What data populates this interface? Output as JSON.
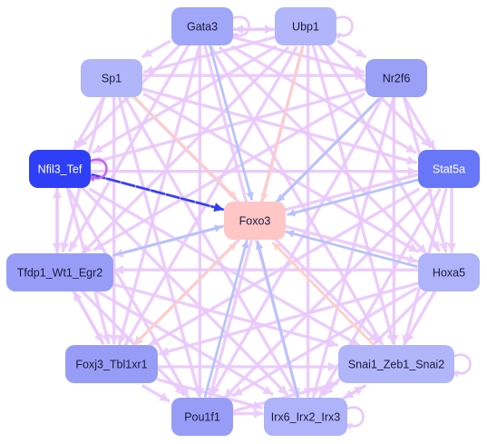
{
  "diagram": {
    "center": "Foxo3",
    "nodes": [
      {
        "id": "Gata3",
        "label": "Gata3",
        "fill": "#a0a6f8",
        "text_color": "#1b1b3a"
      },
      {
        "id": "Ubp1",
        "label": "Ubp1",
        "fill": "#b1b6fa",
        "text_color": "#1b1b3a"
      },
      {
        "id": "Sp1",
        "label": "Sp1",
        "fill": "#b1b6fa",
        "text_color": "#1b1b3a"
      },
      {
        "id": "Nr2f6",
        "label": "Nr2f6",
        "fill": "#9aa0f6",
        "text_color": "#1b1b3a"
      },
      {
        "id": "Nfil3_Tef",
        "label": "Nfil3_Tef",
        "fill": "#2f3ff7",
        "text_color": "#ffffff"
      },
      {
        "id": "Stat5a",
        "label": "Stat5a",
        "fill": "#6877f8",
        "text_color": "#ffffff"
      },
      {
        "id": "Foxo3",
        "label": "Foxo3",
        "fill": "#ffc6c6",
        "text_color": "#1b1b3a"
      },
      {
        "id": "Tfdp1_Wt1_Egr2",
        "label": "Tfdp1_Wt1_Egr2",
        "fill": "#979df6",
        "text_color": "#1b1b3a"
      },
      {
        "id": "Hoxa5",
        "label": "Hoxa5",
        "fill": "#aeb3fa",
        "text_color": "#1b1b3a"
      },
      {
        "id": "Foxj3_Tbl1xr1",
        "label": "Foxj3_Tbl1xr1",
        "fill": "#979df6",
        "text_color": "#1b1b3a"
      },
      {
        "id": "Snai1_Zeb1_Snai2",
        "label": "Snai1_Zeb1_Snai2",
        "fill": "#b1b6fa",
        "text_color": "#1b1b3a"
      },
      {
        "id": "Pou1f1",
        "label": "Pou1f1",
        "fill": "#979df6",
        "text_color": "#1b1b3a"
      },
      {
        "id": "Irx6_Irx2_Irx3",
        "label": "Irx6_Irx2_Irx3",
        "fill": "#aeb3fa",
        "text_color": "#1b1b3a"
      }
    ],
    "edge_colors": {
      "regulatory": "#e9c8fb",
      "positive": "#b7c3fb",
      "negative": "#fdcfc7",
      "strong": "#2f3ff7",
      "self_loop": "#c466f0"
    },
    "edges": [
      {
        "from": "Nfil3_Tef",
        "to": "Foxo3",
        "kind": "strong"
      },
      {
        "from": "Stat5a",
        "to": "Foxo3",
        "kind": "positive"
      },
      {
        "from": "Hoxa5",
        "to": "Foxo3",
        "kind": "positive"
      },
      {
        "from": "Nr2f6",
        "to": "Foxo3",
        "kind": "positive"
      },
      {
        "from": "Gata3",
        "to": "Foxo3",
        "kind": "positive"
      },
      {
        "from": "Ubp1",
        "to": "Foxo3",
        "kind": "negative"
      },
      {
        "from": "Sp1",
        "to": "Foxo3",
        "kind": "negative"
      },
      {
        "from": "Tfdp1_Wt1_Egr2",
        "to": "Foxo3",
        "kind": "positive"
      },
      {
        "from": "Foxj3_Tbl1xr1",
        "to": "Foxo3",
        "kind": "negative"
      },
      {
        "from": "Pou1f1",
        "to": "Foxo3",
        "kind": "positive"
      },
      {
        "from": "Irx6_Irx2_Irx3",
        "to": "Foxo3",
        "kind": "positive"
      },
      {
        "from": "Snai1_Zeb1_Snai2",
        "to": "Foxo3",
        "kind": "negative"
      },
      {
        "from": "Gata3",
        "to": "Ubp1",
        "kind": "regulatory"
      },
      {
        "from": "Ubp1",
        "to": "Gata3",
        "kind": "regulatory"
      },
      {
        "from": "Gata3",
        "to": "Sp1",
        "kind": "regulatory"
      },
      {
        "from": "Gata3",
        "to": "Nr2f6",
        "kind": "regulatory"
      },
      {
        "from": "Gata3",
        "to": "Stat5a",
        "kind": "regulatory"
      },
      {
        "from": "Gata3",
        "to": "Hoxa5",
        "kind": "regulatory"
      },
      {
        "from": "Gata3",
        "to": "Snai1_Zeb1_Snai2",
        "kind": "regulatory"
      },
      {
        "from": "Gata3",
        "to": "Irx6_Irx2_Irx3",
        "kind": "regulatory"
      },
      {
        "from": "Gata3",
        "to": "Pou1f1",
        "kind": "regulatory"
      },
      {
        "from": "Gata3",
        "to": "Foxj3_Tbl1xr1",
        "kind": "regulatory"
      },
      {
        "from": "Gata3",
        "to": "Tfdp1_Wt1_Egr2",
        "kind": "regulatory"
      },
      {
        "from": "Gata3",
        "to": "Nfil3_Tef",
        "kind": "regulatory"
      },
      {
        "from": "Ubp1",
        "to": "Sp1",
        "kind": "regulatory"
      },
      {
        "from": "Ubp1",
        "to": "Nr2f6",
        "kind": "regulatory"
      },
      {
        "from": "Ubp1",
        "to": "Stat5a",
        "kind": "regulatory"
      },
      {
        "from": "Ubp1",
        "to": "Hoxa5",
        "kind": "regulatory"
      },
      {
        "from": "Ubp1",
        "to": "Snai1_Zeb1_Snai2",
        "kind": "regulatory"
      },
      {
        "from": "Ubp1",
        "to": "Irx6_Irx2_Irx3",
        "kind": "regulatory"
      },
      {
        "from": "Ubp1",
        "to": "Pou1f1",
        "kind": "regulatory"
      },
      {
        "from": "Ubp1",
        "to": "Foxj3_Tbl1xr1",
        "kind": "regulatory"
      },
      {
        "from": "Ubp1",
        "to": "Tfdp1_Wt1_Egr2",
        "kind": "regulatory"
      },
      {
        "from": "Ubp1",
        "to": "Nfil3_Tef",
        "kind": "regulatory"
      },
      {
        "from": "Sp1",
        "to": "Nr2f6",
        "kind": "regulatory"
      },
      {
        "from": "Sp1",
        "to": "Stat5a",
        "kind": "regulatory"
      },
      {
        "from": "Sp1",
        "to": "Hoxa5",
        "kind": "regulatory"
      },
      {
        "from": "Sp1",
        "to": "Snai1_Zeb1_Snai2",
        "kind": "regulatory"
      },
      {
        "from": "Sp1",
        "to": "Irx6_Irx2_Irx3",
        "kind": "regulatory"
      },
      {
        "from": "Sp1",
        "to": "Pou1f1",
        "kind": "regulatory"
      },
      {
        "from": "Sp1",
        "to": "Foxj3_Tbl1xr1",
        "kind": "regulatory"
      },
      {
        "from": "Sp1",
        "to": "Tfdp1_Wt1_Egr2",
        "kind": "regulatory"
      },
      {
        "from": "Sp1",
        "to": "Nfil3_Tef",
        "kind": "regulatory"
      },
      {
        "from": "Nr2f6",
        "to": "Stat5a",
        "kind": "regulatory"
      },
      {
        "from": "Nr2f6",
        "to": "Hoxa5",
        "kind": "regulatory"
      },
      {
        "from": "Nr2f6",
        "to": "Snai1_Zeb1_Snai2",
        "kind": "regulatory"
      },
      {
        "from": "Nr2f6",
        "to": "Irx6_Irx2_Irx3",
        "kind": "regulatory"
      },
      {
        "from": "Nr2f6",
        "to": "Pou1f1",
        "kind": "regulatory"
      },
      {
        "from": "Nr2f6",
        "to": "Foxj3_Tbl1xr1",
        "kind": "regulatory"
      },
      {
        "from": "Nr2f6",
        "to": "Tfdp1_Wt1_Egr2",
        "kind": "regulatory"
      },
      {
        "from": "Nr2f6",
        "to": "Nfil3_Tef",
        "kind": "regulatory"
      },
      {
        "from": "Nfil3_Tef",
        "to": "Stat5a",
        "kind": "regulatory"
      },
      {
        "from": "Nfil3_Tef",
        "to": "Hoxa5",
        "kind": "regulatory"
      },
      {
        "from": "Nfil3_Tef",
        "to": "Snai1_Zeb1_Snai2",
        "kind": "regulatory"
      },
      {
        "from": "Nfil3_Tef",
        "to": "Irx6_Irx2_Irx3",
        "kind": "regulatory"
      },
      {
        "from": "Nfil3_Tef",
        "to": "Pou1f1",
        "kind": "regulatory"
      },
      {
        "from": "Nfil3_Tef",
        "to": "Foxj3_Tbl1xr1",
        "kind": "regulatory"
      },
      {
        "from": "Nfil3_Tef",
        "to": "Tfdp1_Wt1_Egr2",
        "kind": "regulatory"
      },
      {
        "from": "Tfdp1_Wt1_Egr2",
        "to": "Nfil3_Tef",
        "kind": "regulatory"
      },
      {
        "from": "Stat5a",
        "to": "Hoxa5",
        "kind": "regulatory"
      },
      {
        "from": "Stat5a",
        "to": "Snai1_Zeb1_Snai2",
        "kind": "regulatory"
      },
      {
        "from": "Stat5a",
        "to": "Irx6_Irx2_Irx3",
        "kind": "regulatory"
      },
      {
        "from": "Stat5a",
        "to": "Pou1f1",
        "kind": "regulatory"
      },
      {
        "from": "Stat5a",
        "to": "Foxj3_Tbl1xr1",
        "kind": "regulatory"
      },
      {
        "from": "Stat5a",
        "to": "Tfdp1_Wt1_Egr2",
        "kind": "regulatory"
      },
      {
        "from": "Hoxa5",
        "to": "Snai1_Zeb1_Snai2",
        "kind": "regulatory"
      },
      {
        "from": "Hoxa5",
        "to": "Irx6_Irx2_Irx3",
        "kind": "regulatory"
      },
      {
        "from": "Hoxa5",
        "to": "Pou1f1",
        "kind": "regulatory"
      },
      {
        "from": "Hoxa5",
        "to": "Foxj3_Tbl1xr1",
        "kind": "regulatory"
      },
      {
        "from": "Hoxa5",
        "to": "Tfdp1_Wt1_Egr2",
        "kind": "regulatory"
      },
      {
        "from": "Tfdp1_Wt1_Egr2",
        "to": "Foxj3_Tbl1xr1",
        "kind": "regulatory"
      },
      {
        "from": "Foxj3_Tbl1xr1",
        "to": "Tfdp1_Wt1_Egr2",
        "kind": "regulatory"
      },
      {
        "from": "Tfdp1_Wt1_Egr2",
        "to": "Snai1_Zeb1_Snai2",
        "kind": "regulatory"
      },
      {
        "from": "Tfdp1_Wt1_Egr2",
        "to": "Irx6_Irx2_Irx3",
        "kind": "regulatory"
      },
      {
        "from": "Tfdp1_Wt1_Egr2",
        "to": "Pou1f1",
        "kind": "regulatory"
      },
      {
        "from": "Foxj3_Tbl1xr1",
        "to": "Pou1f1",
        "kind": "regulatory"
      },
      {
        "from": "Foxj3_Tbl1xr1",
        "to": "Irx6_Irx2_Irx3",
        "kind": "regulatory"
      },
      {
        "from": "Foxj3_Tbl1xr1",
        "to": "Snai1_Zeb1_Snai2",
        "kind": "regulatory"
      },
      {
        "from": "Pou1f1",
        "to": "Irx6_Irx2_Irx3",
        "kind": "regulatory"
      },
      {
        "from": "Pou1f1",
        "to": "Snai1_Zeb1_Snai2",
        "kind": "regulatory"
      },
      {
        "from": "Irx6_Irx2_Irx3",
        "to": "Snai1_Zeb1_Snai2",
        "kind": "regulatory"
      },
      {
        "from": "Snai1_Zeb1_Snai2",
        "to": "Irx6_Irx2_Irx3",
        "kind": "regulatory"
      }
    ],
    "self_loops": [
      "Nfil3_Tef",
      "Gata3",
      "Ubp1",
      "Snai1_Zeb1_Snai2",
      "Irx6_Irx2_Irx3"
    ]
  }
}
